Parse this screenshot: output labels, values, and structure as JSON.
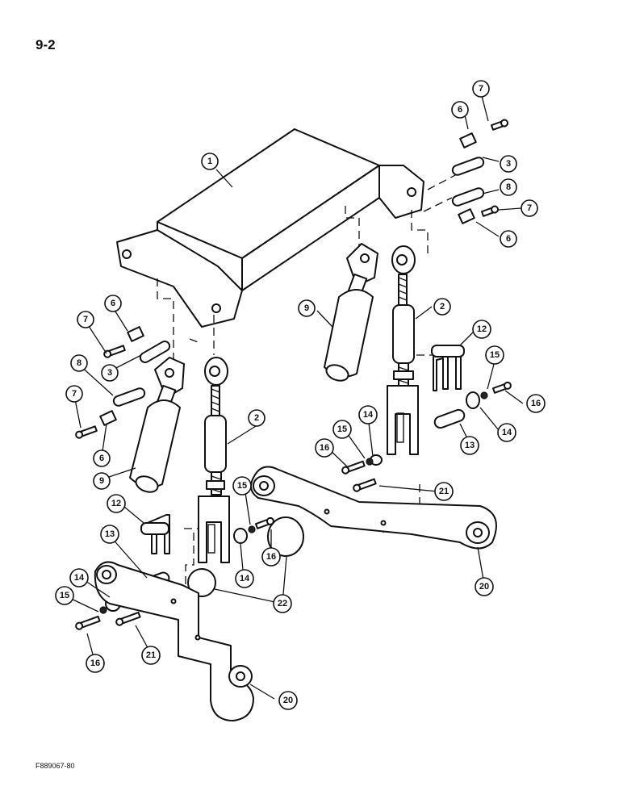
{
  "page_number": "9-2",
  "figure_code": "F889067-80",
  "callouts": [
    {
      "id": "c1",
      "label": "1"
    },
    {
      "id": "c3a",
      "label": "3"
    },
    {
      "id": "c3b",
      "label": "3"
    },
    {
      "id": "c6a",
      "label": "6"
    },
    {
      "id": "c6b",
      "label": "6"
    },
    {
      "id": "c6c",
      "label": "6"
    },
    {
      "id": "c6d",
      "label": "6"
    },
    {
      "id": "c7a",
      "label": "7"
    },
    {
      "id": "c7b",
      "label": "7"
    },
    {
      "id": "c7c",
      "label": "7"
    },
    {
      "id": "c7d",
      "label": "7"
    },
    {
      "id": "c8a",
      "label": "8"
    },
    {
      "id": "c8b",
      "label": "8"
    },
    {
      "id": "c9a",
      "label": "9"
    },
    {
      "id": "c9b",
      "label": "9"
    },
    {
      "id": "c2a",
      "label": "2"
    },
    {
      "id": "c2b",
      "label": "2"
    },
    {
      "id": "c12a",
      "label": "12"
    },
    {
      "id": "c12b",
      "label": "12"
    },
    {
      "id": "c13a",
      "label": "13"
    },
    {
      "id": "c13b",
      "label": "13"
    },
    {
      "id": "c14a",
      "label": "14"
    },
    {
      "id": "c14b",
      "label": "14"
    },
    {
      "id": "c14c",
      "label": "14"
    },
    {
      "id": "c14d",
      "label": "14"
    },
    {
      "id": "c15a",
      "label": "15"
    },
    {
      "id": "c15b",
      "label": "15"
    },
    {
      "id": "c15c",
      "label": "15"
    },
    {
      "id": "c15d",
      "label": "15"
    },
    {
      "id": "c16a",
      "label": "16"
    },
    {
      "id": "c16b",
      "label": "16"
    },
    {
      "id": "c16c",
      "label": "16"
    },
    {
      "id": "c16d",
      "label": "16"
    },
    {
      "id": "c20a",
      "label": "20"
    },
    {
      "id": "c20b",
      "label": "20"
    },
    {
      "id": "c21a",
      "label": "21"
    },
    {
      "id": "c21b",
      "label": "21"
    },
    {
      "id": "c22",
      "label": "22"
    }
  ]
}
